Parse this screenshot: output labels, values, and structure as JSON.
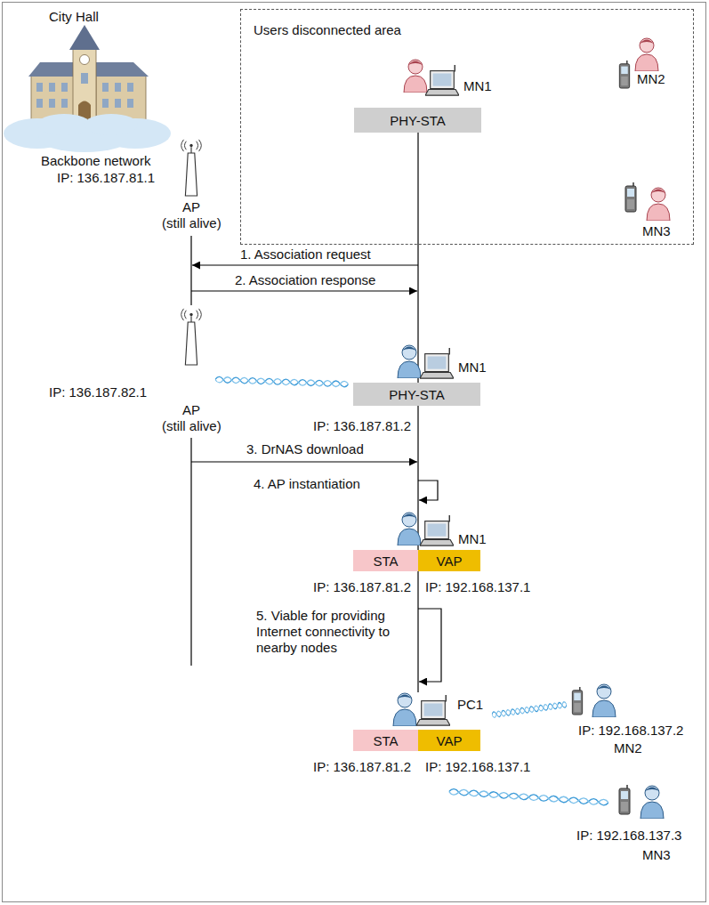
{
  "diagram": {
    "nodes": [
      {
        "text": [
          "Users disconnected area"
        ]
      },
      {
        "text": [
          "PHY-STA"
        ],
        "in": 0
      },
      {
        "text": [
          "PHY-STA"
        ]
      },
      {
        "text": [
          "STA"
        ]
      },
      {
        "text": [
          "VAP"
        ]
      },
      {
        "text": [
          "STA"
        ]
      },
      {
        "text": [
          "VAP"
        ]
      }
    ],
    "labels": [
      "City Hall",
      "Backbone network",
      "IP: 136.187.81.1",
      "AP",
      "(still alive)",
      "MN1",
      "MN2",
      "MN3",
      "1. Association request",
      "2. Association response",
      "IP: 136.187.82.1",
      "AP",
      "(still alive)",
      "MN1",
      "IP: 136.187.81.2",
      "3. DrNAS download",
      "4. AP instantiation",
      "MN1",
      "IP: 136.187.81.2",
      "IP: 192.168.137.1",
      "5. Viable for providing Internet connectivity to nearby nodes",
      "PC1",
      "IP: 192.168.137.2",
      "MN2",
      "IP: 136.187.81.2",
      "IP: 192.168.137.1",
      "IP: 192.168.137.3",
      "MN3"
    ]
  }
}
